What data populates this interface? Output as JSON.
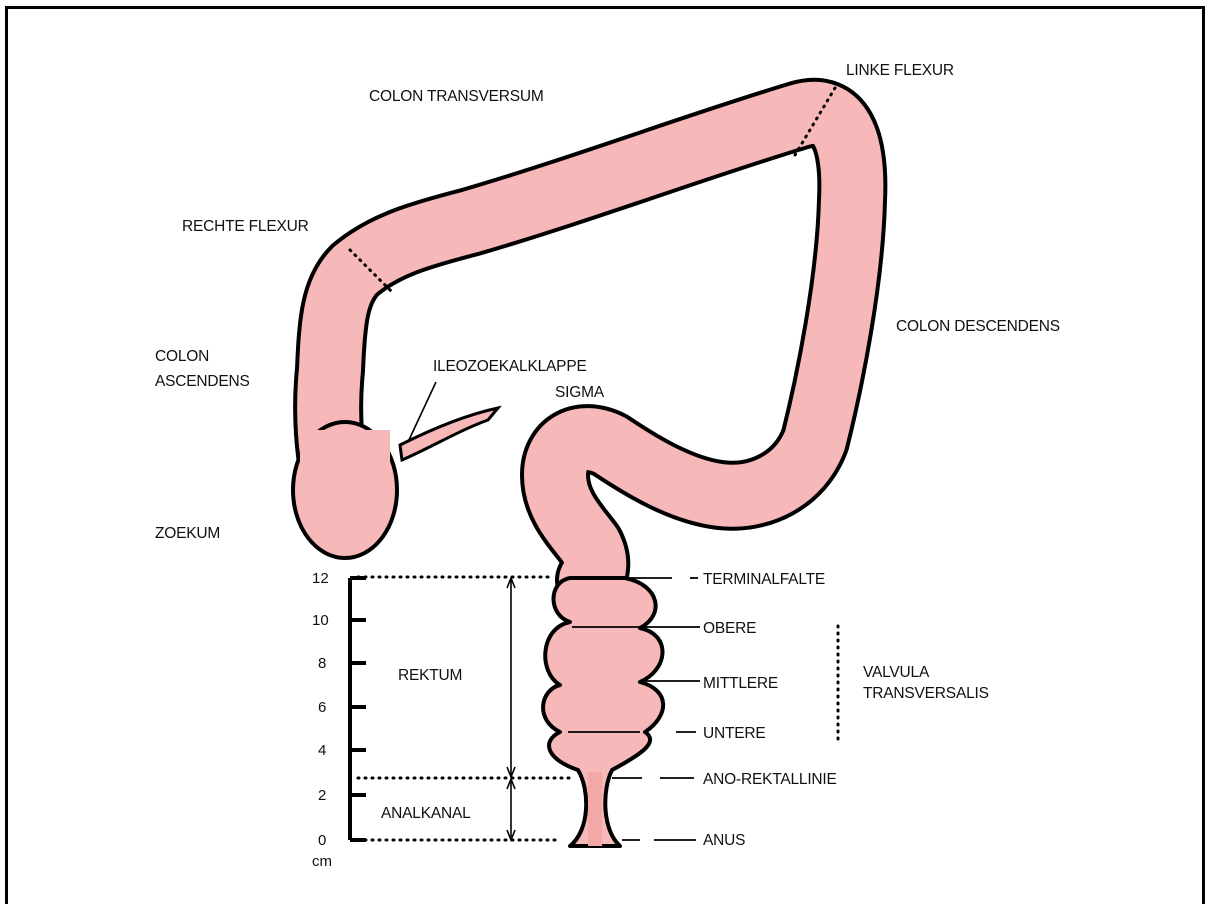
{
  "colors": {
    "tissue": "#f6b8b8",
    "tissue_shade": "#e79a9a",
    "outline": "#000000"
  },
  "labels": {
    "colon_transversum": "COLON TRANSVERSUM",
    "linke_flexur": "LINKE FLEXUR",
    "rechte_flexur": "RECHTE FLEXUR",
    "colon_descendens": "COLON DESCENDENS",
    "colon_ascendens_1": "COLON",
    "colon_ascendens_2": "ASCENDENS",
    "ileozoekalklappe": "ILEOZOEKALKLAPPE",
    "sigma": "SIGMA",
    "zoekum": "ZOEKUM",
    "terminalfalte": "TERMINALFALTE",
    "obere": "OBERE",
    "mittlere": "MITTLERE",
    "untere": "UNTERE",
    "valvula_1": "VALVULA",
    "valvula_2": "TRANSVERSALIS",
    "ano_rektallinie": "ANO-REKTALLINIE",
    "anus": "ANUS",
    "rektum": "REKTUM",
    "analkanal": "ANALKANAL"
  },
  "scale": {
    "unit": "cm",
    "ticks": [
      "12",
      "10",
      "8",
      "6",
      "4",
      "2",
      "0"
    ]
  }
}
